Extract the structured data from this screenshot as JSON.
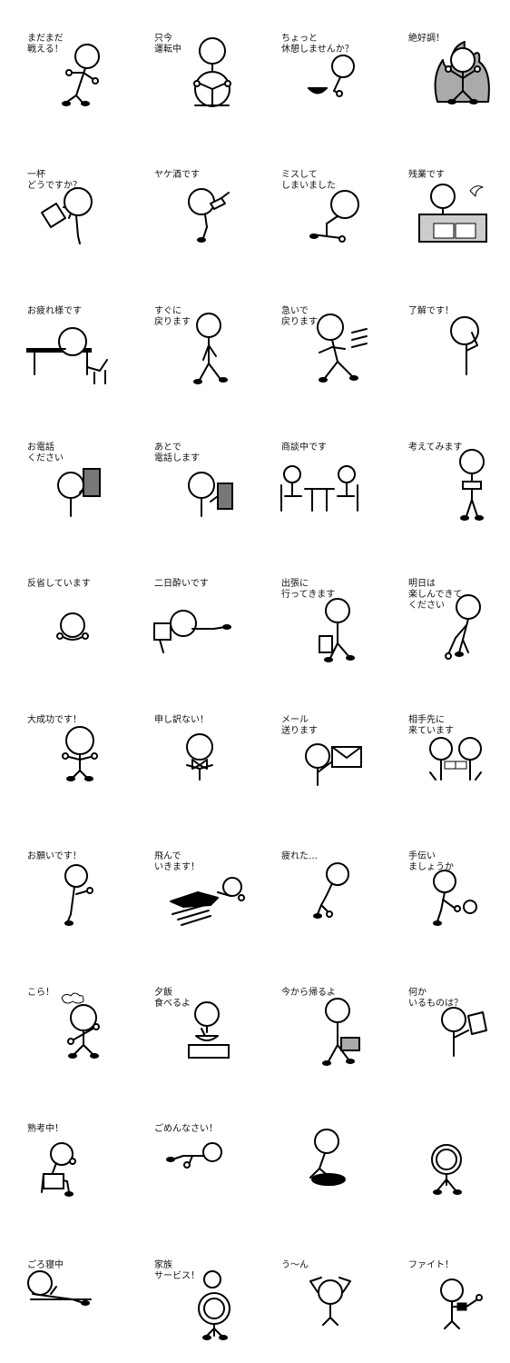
{
  "sticker_grid": {
    "stickers": [
      {
        "caption": "まだまだ\n戦える！",
        "pose": "boxing"
      },
      {
        "caption": "只今\n運転中",
        "pose": "driving"
      },
      {
        "caption": "ちょっと\n休憩しませんか？",
        "pose": "tea-break"
      },
      {
        "caption": "絶好調！",
        "pose": "on-fire"
      },
      {
        "caption": "一杯\nどうですか？",
        "pose": "drink-offer"
      },
      {
        "caption": "ヤケ酒です",
        "pose": "drinking-bottle"
      },
      {
        "caption": "ミスして\nしまいました",
        "pose": "kneeling-down"
      },
      {
        "caption": "残業です",
        "pose": "overtime-desk"
      },
      {
        "caption": "お疲れ様です",
        "pose": "head-on-desk"
      },
      {
        "caption": "すぐに\n戻ります",
        "pose": "walking"
      },
      {
        "caption": "急いで\n戻ります",
        "pose": "running"
      },
      {
        "caption": "了解です！",
        "pose": "salute"
      },
      {
        "caption": "お電話\nください",
        "pose": "holding-phone"
      },
      {
        "caption": "あとで\n電話します",
        "pose": "phone-side"
      },
      {
        "caption": "商談中です",
        "pose": "meeting-table"
      },
      {
        "caption": "考えてみます",
        "pose": "arms-crossed"
      },
      {
        "caption": "反省しています",
        "pose": "bowing-flat"
      },
      {
        "caption": "二日酔いです",
        "pose": "toilet-hangover"
      },
      {
        "caption": "出張に\n行ってきます",
        "pose": "suitcase-walk"
      },
      {
        "caption": "明日は\n楽しんできて\nください",
        "pose": "golf"
      },
      {
        "caption": "大成功です！",
        "pose": "arms-up"
      },
      {
        "caption": "申し訳ない！",
        "pose": "bow-tie"
      },
      {
        "caption": "メール\n送ります",
        "pose": "mail"
      },
      {
        "caption": "相手先に\n来ています",
        "pose": "business-cards"
      },
      {
        "caption": "お願いです！",
        "pose": "pleading"
      },
      {
        "caption": "飛んで\nいきます！",
        "pose": "flying"
      },
      {
        "caption": "疲れた…",
        "pose": "tired"
      },
      {
        "caption": "手伝い\nましょうか",
        "pose": "helping-ball"
      },
      {
        "caption": "こら！",
        "pose": "angry"
      },
      {
        "caption": "夕飯\n食べるよ",
        "pose": "dinner"
      },
      {
        "caption": "今から帰るよ",
        "pose": "briefcase-walk"
      },
      {
        "caption": "何か\nいるものは？",
        "pose": "memo"
      },
      {
        "caption": "熟考中！",
        "pose": "thinking-chair"
      },
      {
        "caption": "ごめんなさい！",
        "pose": "lying-apology"
      },
      {
        "caption": "",
        "pose": "hole"
      },
      {
        "caption": "",
        "pose": "circle-frame"
      },
      {
        "caption": "ごろ寝中",
        "pose": "lying-nap"
      },
      {
        "caption": "家族\nサービス！",
        "pose": "family"
      },
      {
        "caption": "う〜ん",
        "pose": "hands-on-head"
      },
      {
        "caption": "ファイト！",
        "pose": "fight"
      }
    ]
  }
}
